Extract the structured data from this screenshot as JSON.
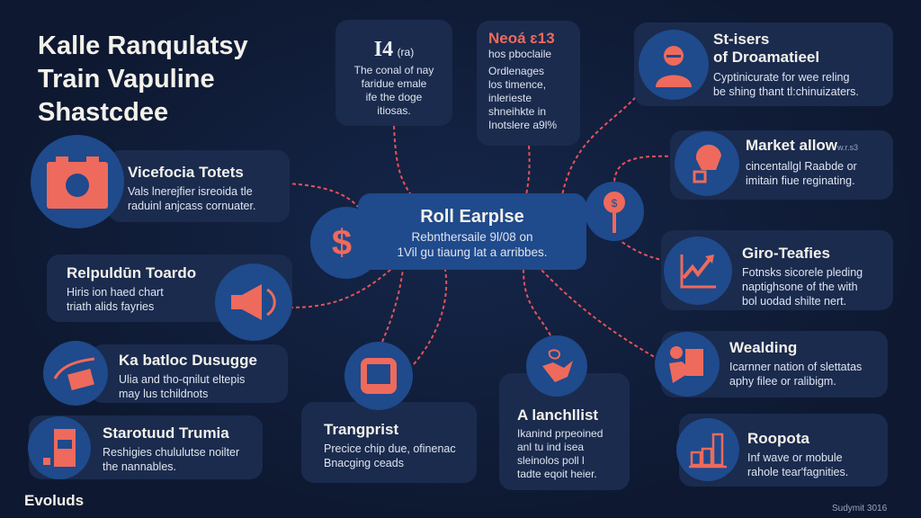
{
  "title": [
    "Kalle Ranqulatsy",
    "Train Vapuline",
    "Shastcdee"
  ],
  "colors": {
    "background": "#0e1931",
    "card": "#1a2b4e",
    "circle": "#1f4a8c",
    "accent": "#ee6a5c"
  },
  "stat_card": {
    "heading": "I4",
    "heading_suffix": "(ra)",
    "lines": [
      "The conal of nay",
      "faridue emale",
      "ife the doge",
      "itiosas."
    ]
  },
  "note_card": {
    "heading": "Neoá ɛ13",
    "lines": [
      "hos pboclaile",
      "Ordlenages",
      "los timence,",
      "inlerieste",
      "shneihkte in",
      "Inotslere a9l%"
    ]
  },
  "center": {
    "heading": "Roll Earplse",
    "lines": [
      "Rebnthersaile 9l/08 on",
      "1Vil gu tiaung lat a arribbes."
    ]
  },
  "items": [
    {
      "id": "stisers",
      "icon": "person-icon",
      "heading": [
        "St-isers",
        "of Droamatieel"
      ],
      "lines": [
        "Cyptinicurate for wee reling",
        "be shing thant tl:chinuizaters."
      ]
    },
    {
      "id": "market",
      "icon": "helmet-icon",
      "heading": [
        "Market allow"
      ],
      "heading_small": "w.r.s3",
      "lines": [
        "cincentallgl Raabde or",
        "imitain fiue reginating."
      ]
    },
    {
      "id": "giro",
      "icon": "growth-chart-icon",
      "heading": [
        "Giro-Teafies"
      ],
      "lines": [
        "Fotnsks sicorele pleding",
        "naptighsone of the with",
        "bol uodad shilte nert."
      ]
    },
    {
      "id": "wealding",
      "icon": "worker-icon",
      "heading": [
        "Wealding"
      ],
      "lines": [
        "Icarnner nation of slettatas",
        "aphy filee or ralibigm."
      ]
    },
    {
      "id": "roopota",
      "icon": "bar-chart-icon",
      "heading": [
        "Roopota"
      ],
      "lines": [
        "Inf wave or mobule",
        "rahole tear'fagnities."
      ]
    },
    {
      "id": "vicefocia",
      "icon": "briefcase-icon",
      "heading": [
        "Vicefocia Totets"
      ],
      "lines": [
        "Vals lnerejfier isreoida tle",
        "raduinl anjcass cornuater."
      ]
    },
    {
      "id": "relpuldun",
      "icon": "megaphone-icon",
      "heading": [
        "Relpuldūn Toardo"
      ],
      "lines": [
        "Hiris ion haed chart",
        "triath alids fayries"
      ]
    },
    {
      "id": "batloc",
      "icon": "money-icon",
      "heading": [
        "Ka batloc Dusugge"
      ],
      "lines": [
        "Ulia and tho-qnilut eltepis",
        "may lus tchildnots"
      ]
    },
    {
      "id": "starotuud",
      "icon": "document-icon",
      "heading": [
        "Starotuud Trumia"
      ],
      "lines": [
        "Reshigies chululutse noilter",
        "the nannables."
      ]
    },
    {
      "id": "trangprist",
      "icon": "badge-icon",
      "heading": [
        "Trangprist"
      ],
      "lines": [
        "Precice chip due, ofinenac",
        "Bnacging ceads"
      ]
    },
    {
      "id": "lanchllist",
      "icon": "handshake-icon",
      "heading": [
        "A lanchllist"
      ],
      "lines": [
        "Ikanind prpeoined",
        "anl tu ind isea",
        "sleinolos poll l",
        "tadte eqoit heier."
      ]
    }
  ],
  "footer": {
    "left": "Evoluds",
    "right": "Sudymit 3016"
  }
}
